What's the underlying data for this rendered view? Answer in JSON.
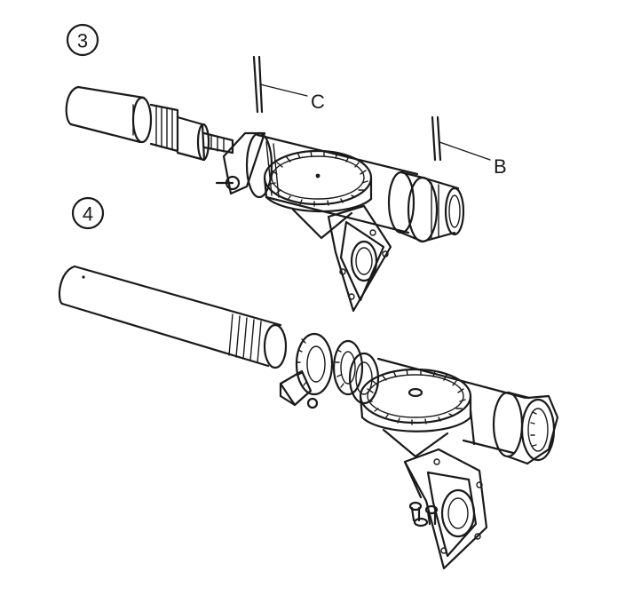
{
  "figure": {
    "step_three": "3",
    "step_four": "4",
    "label_c": "C",
    "label_b": "B"
  },
  "colors": {
    "ink": "#1a1a1a",
    "paper": "#ffffff"
  }
}
